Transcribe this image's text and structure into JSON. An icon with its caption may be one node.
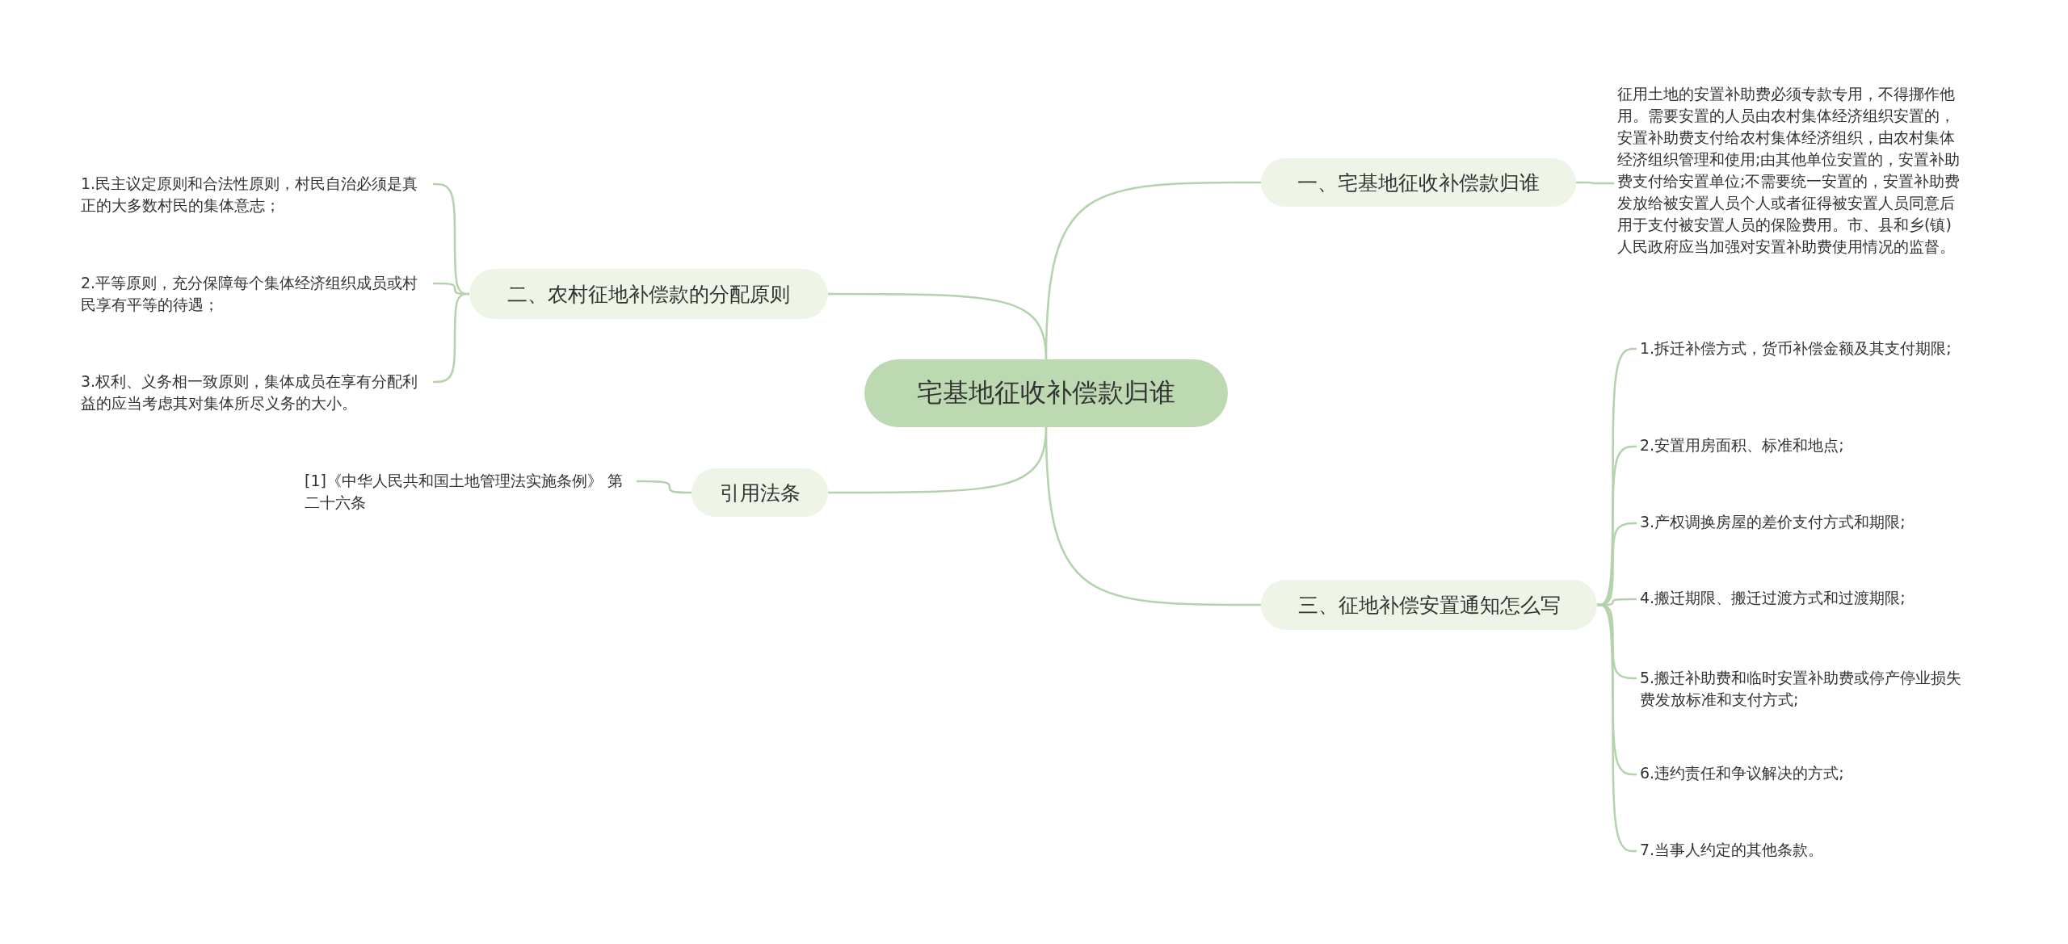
{
  "diagram": {
    "nodes": [
      {
        "text": [
          "宅基地征收补偿款归谁"
        ]
      },
      {
        "text": [
          "一、宅基地征收补偿款归谁"
        ]
      },
      {
        "text": [
          "征用土地的安置补助费必须专款专用，不得挪作他用。需要安置的人员由农村集体经济组织安置的，安置补助费支付给农村集体经济组织，由农村集体经济组织管理和使用;由其他单位安置的，安置补助费支付给安置单位;不需要统一安置的，安置补助费发放给被安置人员个人或者征得被安置人员同意后用于支付被安置人员的保险费用。市、县和乡(镇)人民政府应当加强对安置补助费使用情况的监督。"
        ]
      },
      {
        "text": [
          "二、农村征地补偿款的分配原则"
        ]
      },
      {
        "text": [
          "1.民主议定原则和合法性原则，村民自治必须是真正的大多数村民的集体意志；"
        ]
      },
      {
        "text": [
          "2.平等原则，充分保障每个集体经济组织成员或村民享有平等的待遇；"
        ]
      },
      {
        "text": [
          "3.权利、义务相一致原则，集体成员在享有分配利益的应当考虑其对集体所尽义务的大小。"
        ]
      },
      {
        "text": [
          "引用法条"
        ]
      },
      {
        "text": [
          "[1]《中华人民共和国土地管理法实施条例》 第二十六条"
        ]
      },
      {
        "text": [
          "三、征地补偿安置通知怎么写"
        ]
      },
      {
        "text": [
          "1.拆迁补偿方式，货币补偿金额及其支付期限;"
        ]
      },
      {
        "text": [
          "2.安置用房面积、标准和地点;"
        ]
      },
      {
        "text": [
          "3.产权调换房屋的差价支付方式和期限;"
        ]
      },
      {
        "text": [
          "4.搬迁期限、搬迁过渡方式和过渡期限;"
        ]
      },
      {
        "text": [
          "5.搬迁补助费和临时安置补助费或停产停业损失费发放标准和支付方式;"
        ]
      },
      {
        "text": [
          "6.违约责任和争议解决的方式;"
        ]
      },
      {
        "text": [
          "7.当事人约定的其他条款。"
        ]
      }
    ],
    "edges": [
      {
        "from": 0,
        "to": 1,
        "arrow": "none"
      },
      {
        "from": 1,
        "to": 2,
        "arrow": "none"
      },
      {
        "from": 0,
        "to": 3,
        "arrow": "none"
      },
      {
        "from": 3,
        "to": 4,
        "arrow": "none"
      },
      {
        "from": 3,
        "to": 5,
        "arrow": "none"
      },
      {
        "from": 3,
        "to": 6,
        "arrow": "none"
      },
      {
        "from": 0,
        "to": 7,
        "arrow": "none"
      },
      {
        "from": 7,
        "to": 8,
        "arrow": "none"
      },
      {
        "from": 0,
        "to": 9,
        "arrow": "none"
      },
      {
        "from": 9,
        "to": 10,
        "arrow": "none"
      },
      {
        "from": 9,
        "to": 11,
        "arrow": "none"
      },
      {
        "from": 9,
        "to": 12,
        "arrow": "none"
      },
      {
        "from": 9,
        "to": 13,
        "arrow": "none"
      },
      {
        "from": 9,
        "to": 14,
        "arrow": "none"
      },
      {
        "from": 9,
        "to": 15,
        "arrow": "none"
      },
      {
        "from": 9,
        "to": 16,
        "arrow": "none"
      }
    ]
  }
}
